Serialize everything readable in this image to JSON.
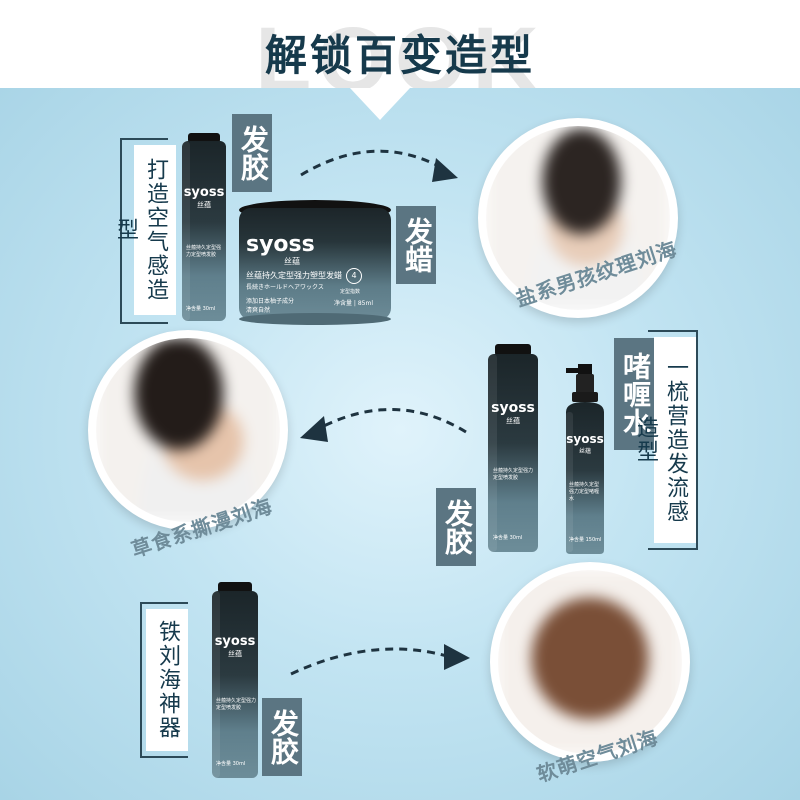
{
  "header": {
    "title": "解锁百变造型",
    "watermark": "LOOK"
  },
  "colors": {
    "title": "#163a4c",
    "label_bg": "#5b7582",
    "product_dark": "#1d2a30",
    "product_teal": "#5f7f8c",
    "caption": "#6f8c9a"
  },
  "row1": {
    "slogan": "打造空气感造型",
    "product1_label": "发胶",
    "product2_label": "发蜡",
    "caption": "盐系男孩纹理刘海",
    "spray": {
      "brand": "syoss",
      "brand_cn": "丝蕴",
      "desc": "丝蕴持久定型强力定型喷发胶",
      "volume": "净含量 30ml"
    },
    "jar": {
      "brand": "syoss",
      "brand_cn": "丝蕴",
      "name": "丝蕴持久定型强力塑型发蜡",
      "jp": "長続きホールドヘアワックス",
      "line1": "添加日本柚子成分",
      "line2": "清爽自然",
      "hold_label": "定型指数",
      "hold_value": "4",
      "volume": "净含量 | 85ml"
    }
  },
  "row2": {
    "slogan": "一梳营造发流感造型",
    "product1_label": "发胶",
    "product2_label": "啫喱水",
    "caption": "草食系撕漫刘海",
    "spray": {
      "brand": "syoss",
      "brand_cn": "丝蕴",
      "desc": "丝蕴持久定型强力定型喷发胶",
      "volume": "净含量 30ml"
    },
    "gel": {
      "brand": "syoss",
      "brand_cn": "丝蕴",
      "desc": "丝蕴持久定型强力定型啫喱水",
      "volume": "净含量 150ml"
    }
  },
  "row3": {
    "slogan": "铁刘海神器",
    "product1_label": "发胶",
    "caption": "软萌空气刘海",
    "spray": {
      "brand": "syoss",
      "brand_cn": "丝蕴",
      "desc": "丝蕴持久定型强力定型喷发胶",
      "volume": "净含量 30ml"
    }
  }
}
